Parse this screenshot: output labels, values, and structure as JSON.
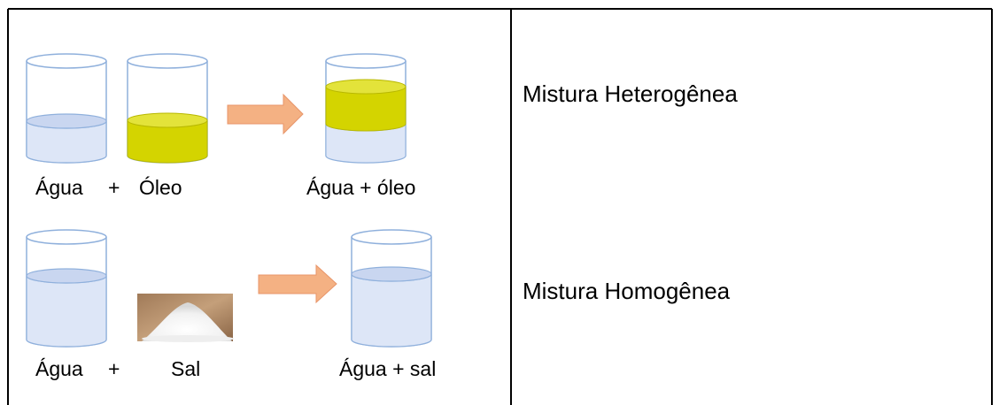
{
  "row1": {
    "water_label": "Água",
    "plus": "+",
    "oil_label": "Óleo",
    "result_label": "Água + óleo",
    "classification": "Mistura Heterogênea"
  },
  "row2": {
    "water_label": "Água",
    "plus": "+",
    "salt_label": "Sal",
    "result_label": "Água + sal",
    "classification": "Mistura Homogênea"
  },
  "colors": {
    "water": "#dde6f7",
    "water_surface": "#c9d6f0",
    "beaker_outline": "#8fb0dc",
    "oil": "#d4d400",
    "oil_surface": "#e3e33a",
    "arrow_fill": "#f4b183",
    "arrow_stroke": "#e8956a",
    "border": "#000000"
  }
}
